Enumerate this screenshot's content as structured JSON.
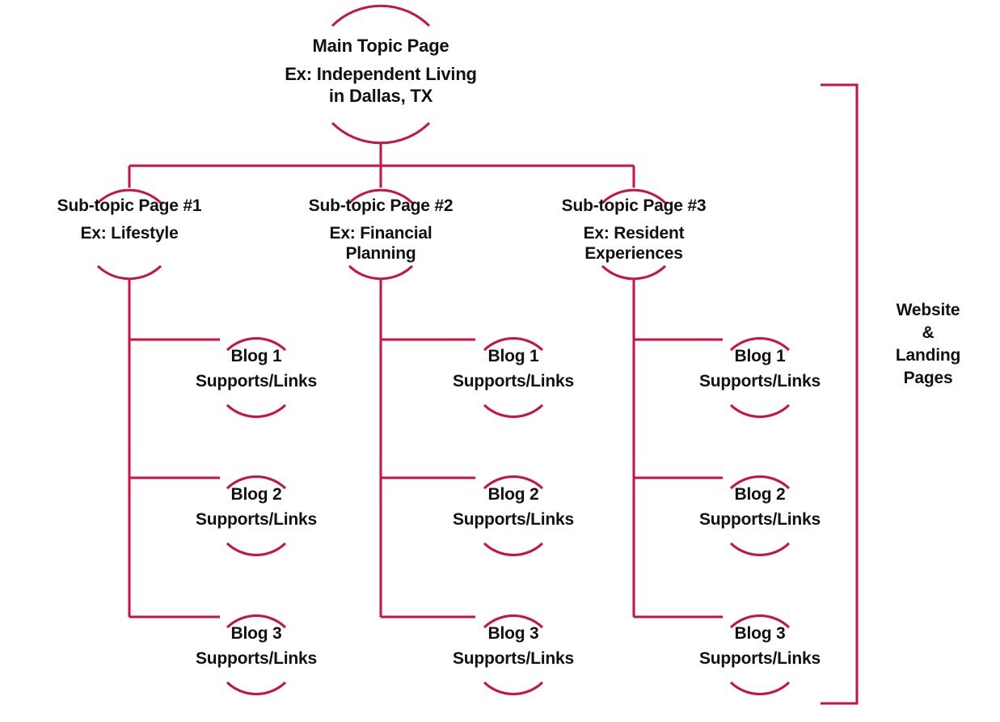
{
  "diagram": {
    "title": "Content cluster / topic hierarchy map",
    "accent_color": "#C7133E",
    "text_color": "#111111",
    "background_color": "#FFFFFF"
  },
  "main_topic": {
    "title": "Main Topic Page",
    "example_line_1": "Ex: Independent Living",
    "example_line_2": "in  Dallas, TX"
  },
  "subtopics": [
    {
      "title": "Sub-topic Page #1",
      "example_line_1": "Ex: Lifestyle",
      "example_line_2": "",
      "blogs": [
        {
          "title": "Blog 1",
          "subtitle": "Supports/Links"
        },
        {
          "title": "Blog 2",
          "subtitle": "Supports/Links"
        },
        {
          "title": "Blog 3",
          "subtitle": "Supports/Links"
        }
      ]
    },
    {
      "title": "Sub-topic Page #2",
      "example_line_1": "Ex: Financial",
      "example_line_2": "Planning",
      "blogs": [
        {
          "title": "Blog 1",
          "subtitle": "Supports/Links"
        },
        {
          "title": "Blog 2",
          "subtitle": "Supports/Links"
        },
        {
          "title": "Blog 3",
          "subtitle": "Supports/Links"
        }
      ]
    },
    {
      "title": "Sub-topic Page #3",
      "example_line_1": "Ex: Resident",
      "example_line_2": "Experiences",
      "blogs": [
        {
          "title": "Blog 1",
          "subtitle": "Supports/Links"
        },
        {
          "title": "Blog 2",
          "subtitle": "Supports/Links"
        },
        {
          "title": "Blog 3",
          "subtitle": "Supports/Links"
        }
      ]
    }
  ],
  "bracket_caption": {
    "line_1": "Website",
    "line_2": "&",
    "line_3": "Landing",
    "line_4": "Pages"
  }
}
